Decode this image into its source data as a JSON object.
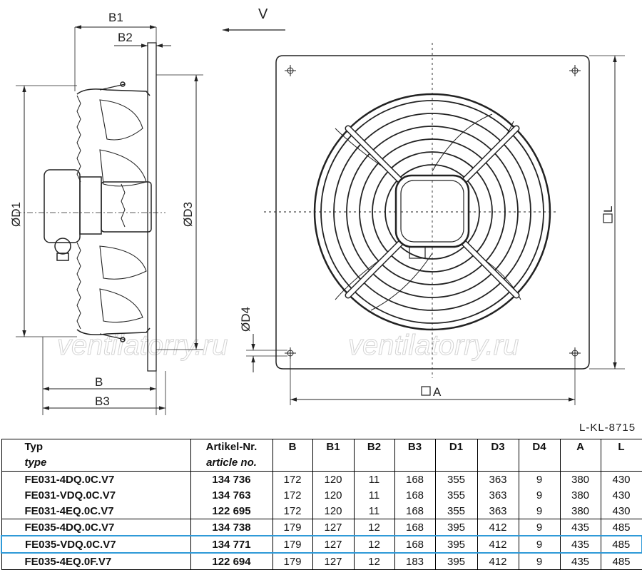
{
  "drawing": {
    "labels": {
      "b1": "B1",
      "b2": "B2",
      "v": "V",
      "d1": "ØD1",
      "d3": "ØD3",
      "d4": "ØD4",
      "b": "B",
      "b3": "B3",
      "a": "A",
      "l": "L"
    },
    "watermarks": [
      "ventilatorry.ru",
      "ventilatorry.ru"
    ]
  },
  "drawing_code": "L-KL-8715",
  "table": {
    "headers": [
      {
        "line1": "Typ",
        "line2": "type"
      },
      {
        "line1": "Artikel-Nr.",
        "line2": "article no."
      },
      {
        "line1": "B"
      },
      {
        "line1": "B1"
      },
      {
        "line1": "B2"
      },
      {
        "line1": "B3"
      },
      {
        "line1": "D1"
      },
      {
        "line1": "D3"
      },
      {
        "line1": "D4"
      },
      {
        "line1": "A"
      },
      {
        "line1": "L"
      }
    ],
    "rows": [
      [
        "FE031-4DQ.0C.V7",
        "134 736",
        "172",
        "120",
        "11",
        "168",
        "355",
        "363",
        "9",
        "380",
        "430"
      ],
      [
        "FE031-VDQ.0C.V7",
        "134 763",
        "172",
        "120",
        "11",
        "168",
        "355",
        "363",
        "9",
        "380",
        "430"
      ],
      [
        "FE031-4EQ.0C.V7",
        "122 695",
        "172",
        "120",
        "11",
        "168",
        "355",
        "363",
        "9",
        "380",
        "430"
      ],
      [
        "FE035-4DQ.0C.V7",
        "134 738",
        "179",
        "127",
        "12",
        "168",
        "395",
        "412",
        "9",
        "435",
        "485"
      ],
      [
        "FE035-VDQ.0C.V7",
        "134 771",
        "179",
        "127",
        "12",
        "168",
        "395",
        "412",
        "9",
        "435",
        "485"
      ],
      [
        "FE035-4EQ.0F.V7",
        "122 694",
        "179",
        "127",
        "12",
        "183",
        "395",
        "412",
        "9",
        "435",
        "485"
      ]
    ],
    "highlight_row_index": 4,
    "highlight_color": "#2f9ad8"
  }
}
